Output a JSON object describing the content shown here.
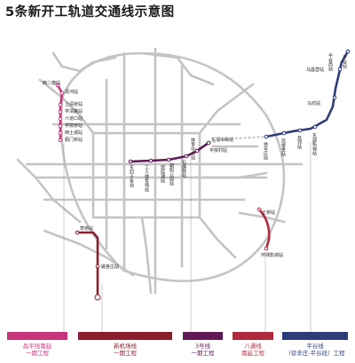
{
  "title": "5条新开工轨道交通线示意图",
  "colors": {
    "grid": "#bfbfbf",
    "changping": "#c8347a",
    "airport": "#8a1e2e",
    "line3": "#5f1a55",
    "batong": "#b02a3c",
    "pinggu": "#2d3b7a",
    "dashed": "#bfbfbf"
  },
  "stations": {
    "xierqi": "西二旗站",
    "qinghe": "清河站",
    "shangqinggiao": "上清桥站",
    "xueqinglu": "学清路站",
    "liudaokou": "六道口站",
    "xueyuanqiao": "学院桥站",
    "xituchengbei": "西土城站",
    "jimenqiao": "蓟门桥站",
    "dongba_zhongjie": "东坝中街站",
    "pingfangcun": "平房村站",
    "dongsishitiao": "东四十条站",
    "gongrentiyuchang": "工人体育场站",
    "tuanjiehu": "团结湖站",
    "chaoyanggongyuan": "朝阳公园站",
    "shifoying": "石佛营站",
    "tiyuguan": "体育中心站",
    "dongfengnanlu": "东风北桥站",
    "huangqu": "黄渠站",
    "tuqiao": "土桥站",
    "huanqiuyingcheng": "环球影城站",
    "caoqiao": "草桥站",
    "jichangbei": "磁各庄站",
    "majuqiao": "马昌营站",
    "pinggu": "平谷站",
    "pingguxi": "平谷西站",
    "mafang": "马坊站",
    "xinzhuang": "徐辛庄站",
    "gaolou": "高楼金站",
    "yanjiao": "燕郊站",
    "shoudu": "东部新城站"
  },
  "legend": [
    {
      "line1": "昌平线南延",
      "line2": "一期工程"
    },
    {
      "line1": "新机场线",
      "line2": "一期工程"
    },
    {
      "line1": "3号线",
      "line2": "一期工程"
    },
    {
      "line1": "八通线",
      "line2": "南延工程"
    },
    {
      "line1": "平谷线",
      "line2": "（徐辛庄-平谷段）工程"
    }
  ]
}
